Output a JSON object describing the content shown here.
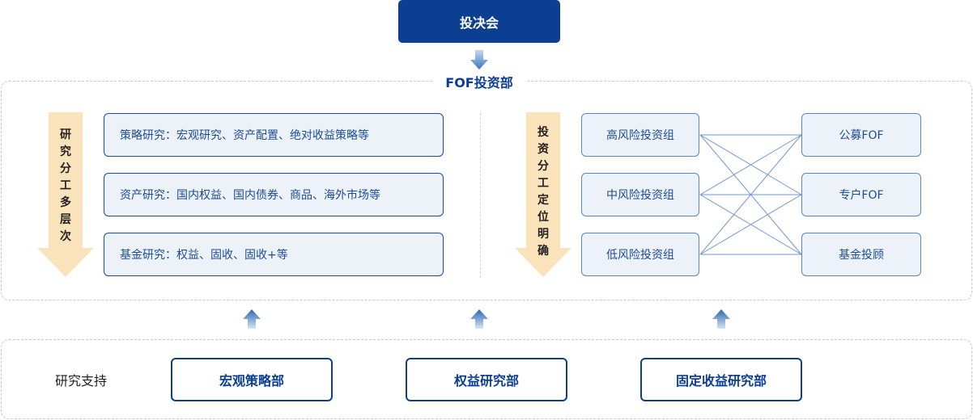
{
  "top": {
    "title": "投决会"
  },
  "fof": {
    "title": "FOF投资部"
  },
  "left_arrow": {
    "chars": [
      "研",
      "究",
      "分",
      "工",
      "多",
      "层",
      "次"
    ]
  },
  "right_arrow": {
    "chars": [
      "投",
      "资",
      "分",
      "工",
      "定",
      "位",
      "明",
      "确"
    ]
  },
  "research": [
    {
      "label": "策略研究：宏观研究、资产配置、绝对收益策略等"
    },
    {
      "label": "资产研究：国内权益、国内债券、商品、海外市场等"
    },
    {
      "label": "基金研究：权益、固收、固收+等"
    }
  ],
  "groups": [
    {
      "label": "高风险投资组"
    },
    {
      "label": "中风险投资组"
    },
    {
      "label": "低风险投资组"
    }
  ],
  "products": [
    {
      "label": "公募FOF"
    },
    {
      "label": "专户FOF"
    },
    {
      "label": "基金投顾"
    }
  ],
  "support": {
    "label": "研究支持",
    "departments": [
      {
        "label": "宏观策略部"
      },
      {
        "label": "权益研究部"
      },
      {
        "label": "固定收益研究部"
      }
    ]
  },
  "colors": {
    "primary": "#0c3f91",
    "box_fill": "#edf2f8",
    "link_line": "#6f97d2",
    "arrow_beige": "#fae3bb"
  }
}
